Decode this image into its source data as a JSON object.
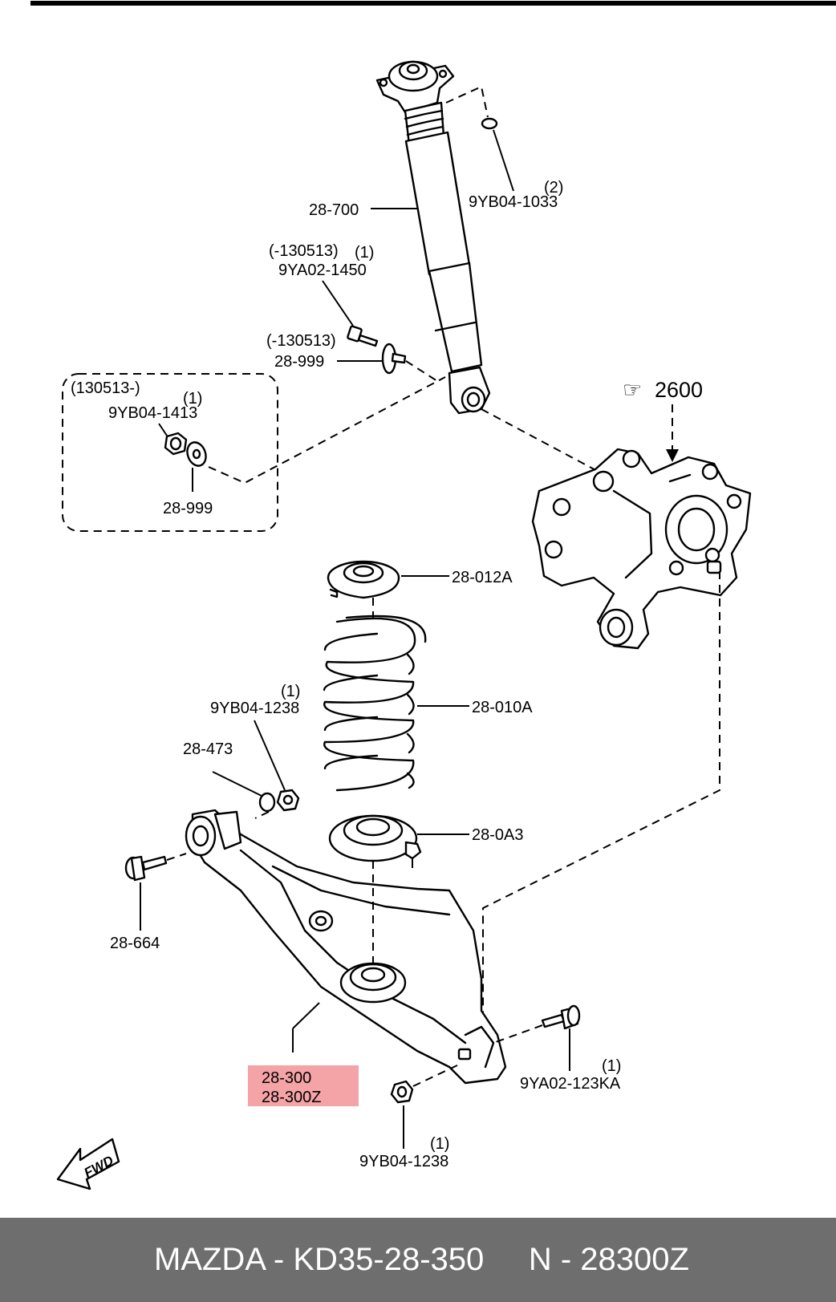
{
  "labels": {
    "shock_absorber": "28-700",
    "nut_top": "9YB04-1033",
    "nut_top_qty": "(2)",
    "bolt_old_date": "(-130513)",
    "bolt_old_qty": "(1)",
    "bolt_old": "9YA02-1450",
    "washer_old_date": "(-130513)",
    "washer_old": "28-999",
    "new_group_date": "(130513-)",
    "new_nut_qty": "(1)",
    "new_nut": "9YB04-1413",
    "new_washer": "28-999",
    "knuckle_ref": "2600",
    "upper_seat": "28-012A",
    "coil_spring": "28-010A",
    "lower_seat": "28-0A3",
    "stab_nut_qty": "(1)",
    "stab_nut": "9YB04-1238",
    "stab_washer": "28-473",
    "front_bolt": "28-664",
    "lower_arm_1": "28-300",
    "lower_arm_2": "28-300Z",
    "rear_bolt_qty": "(1)",
    "rear_bolt": "9YA02-123KA",
    "rear_nut_qty": "(1)",
    "rear_nut": "9YB04-1238",
    "fwd": "FWD"
  },
  "highlight_color": "#f4a3a6",
  "footer": {
    "text": "MAZDA - KD35-28-350     N - 28300Z",
    "background": "#6e6e6e"
  }
}
